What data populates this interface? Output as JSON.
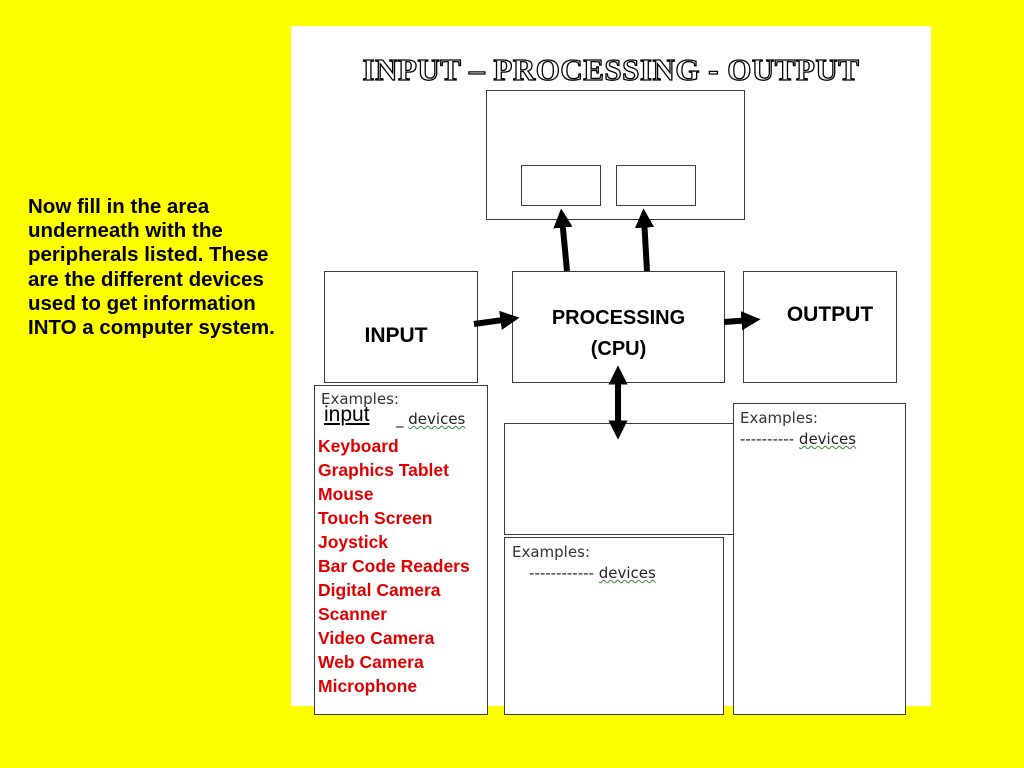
{
  "instructions": "Now fill in the area underneath with the peripherals listed.  These are the different devices used to get information INTO a computer system.",
  "diagram": {
    "title": "INPUT – PROCESSING - OUTPUT",
    "input_label": "INPUT",
    "processing_label_line1": "PROCESSING",
    "processing_label_line2": "(CPU)",
    "output_label": "OUTPUT"
  },
  "input_examples": {
    "examples_label": "Examples:",
    "filled_word": "input",
    "devices_word": "devices",
    "items": [
      "Keyboard",
      "Graphics Tablet",
      "Mouse",
      "Touch Screen",
      "Joystick",
      "Bar Code Readers",
      "Digital Camera",
      "Scanner",
      "Video Camera",
      "Web Camera",
      "Microphone"
    ]
  },
  "storage_examples": {
    "examples_label": "Examples:",
    "dashes": "------------",
    "devices_word": "devices"
  },
  "output_examples": {
    "examples_label": "Examples:",
    "dashes": "----------",
    "devices_word": "devices"
  },
  "colors": {
    "background": "#ffff00",
    "list_text": "#e00000"
  }
}
